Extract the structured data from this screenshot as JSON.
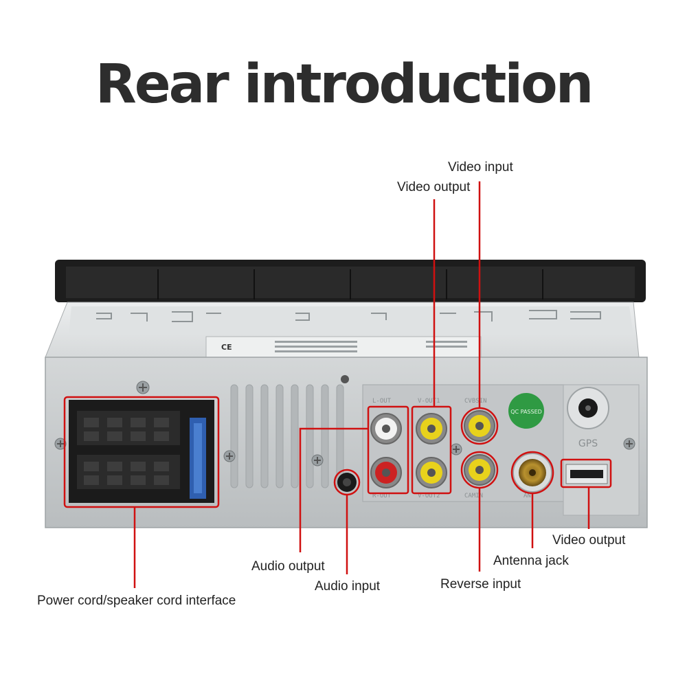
{
  "title": "Rear introduction",
  "labels": {
    "video_input": "Video input",
    "video_output_top": "Video output",
    "video_output_usb": "Video output",
    "antenna_jack": "Antenna jack",
    "reverse_input": "Reverse input",
    "audio_output": "Audio output",
    "audio_input": "Audio input",
    "power_interface": "Power cord/speaker cord interface"
  },
  "panel_text": {
    "l_out": "L-OUT",
    "v_out": "V-OUT1",
    "cvbs": "CVBSIN",
    "r_out": "R-OUT",
    "v_out2": "V-OUT2",
    "cam_in": "CAMIN",
    "ant": "ANT",
    "gps": "GPS",
    "ce": "CE",
    "sticker": "QC PASSED"
  },
  "colors": {
    "callout": "#d01010",
    "panel": "#c9cccd",
    "rca_white": "#f2f2f2",
    "rca_red": "#cc2222",
    "rca_yellow": "#e8d21c",
    "sticker": "#2f9a43",
    "antenna": "#a07a2a"
  }
}
